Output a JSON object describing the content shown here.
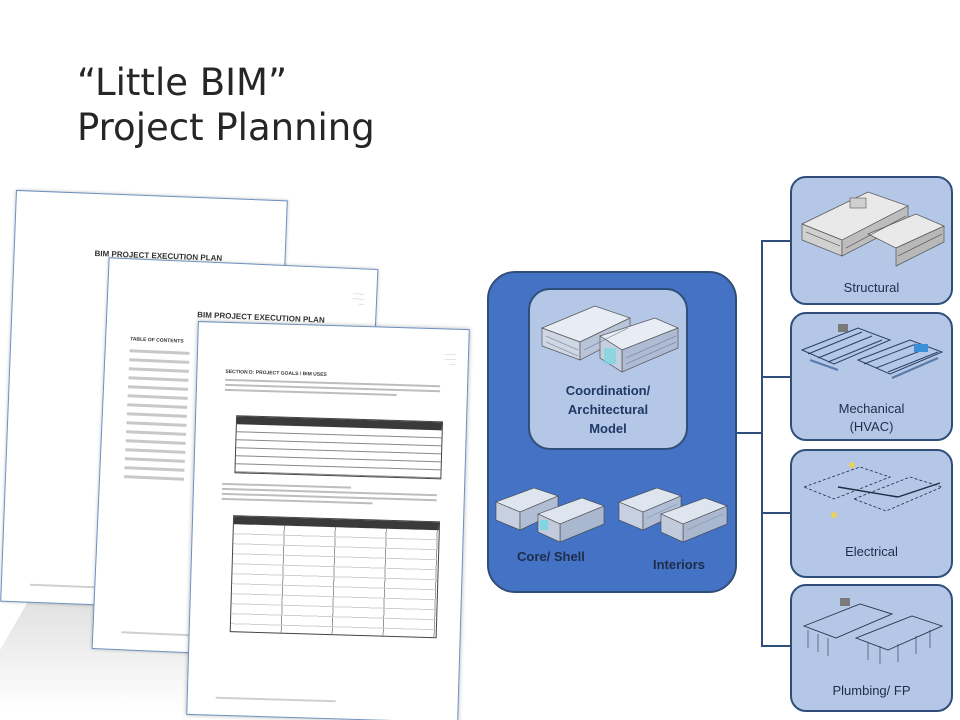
{
  "slide": {
    "title_line1": "“Little BIM”",
    "title_line2": "Project Planning"
  },
  "documents": {
    "doc1_heading": "BIM PROJECT EXECUTION PLAN",
    "doc2_heading": "BIM PROJECT EXECUTION PLAN",
    "doc2_toc": "TABLE OF CONTENTS",
    "doc3_section": "SECTION D: PROJECT GOALS / BIM USES"
  },
  "center": {
    "architectural_label": "Coordination/ Architectural Model",
    "architectural_line1": "Coordination/",
    "architectural_line2": "Architectural",
    "architectural_line3": "Model",
    "core_shell_label": "Core/ Shell",
    "interiors_label": "Interiors"
  },
  "trades": [
    {
      "label": "Structural"
    },
    {
      "label_line1": "Mechanical",
      "label_line2": "(HVAC)"
    },
    {
      "label": "Electrical"
    },
    {
      "label": "Plumbing/ FP"
    }
  ],
  "colors": {
    "model_box": "#4472c4",
    "light_box": "#b4c7e7",
    "border": "#2f4f7a"
  }
}
